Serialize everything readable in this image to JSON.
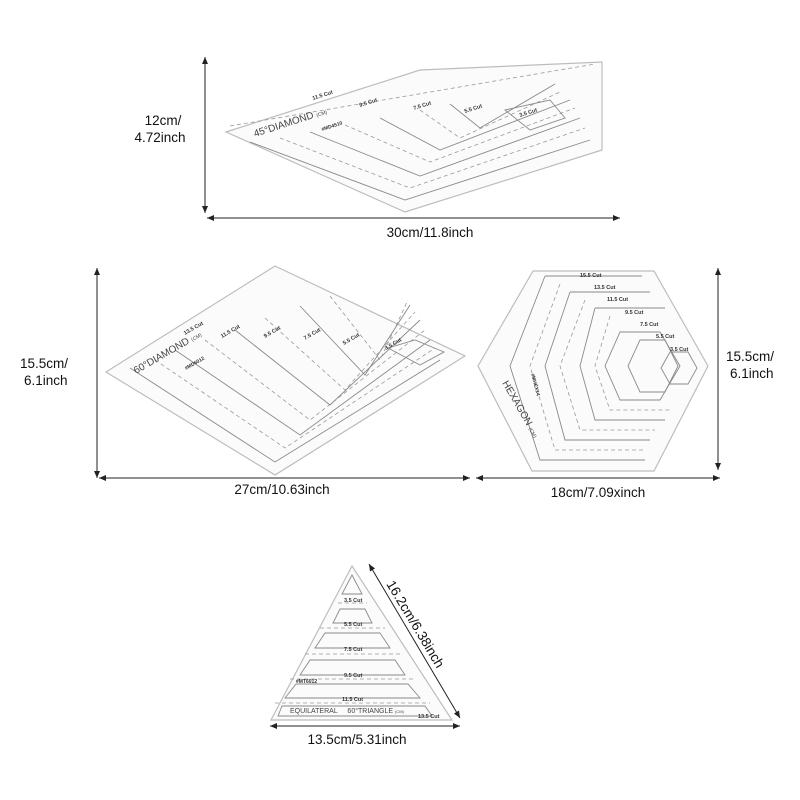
{
  "rulers": {
    "diamond45": {
      "name": "45°DIAMOND",
      "unit": "(CM)",
      "code": "#MD4510",
      "cuts": [
        "11.5 Cut",
        "9.5 Cut",
        "7.5 Cut",
        "5.5 Cut",
        "3.5 Cut"
      ],
      "height_label_line1": "12cm/",
      "height_label_line2": "4.72inch",
      "width_label": "30cm/11.8inch"
    },
    "diamond60": {
      "name": "60°DIAMOND",
      "unit": "(CM)",
      "code": "#MD6012",
      "cuts": [
        "13.5 Cut",
        "11.5 Cut",
        "9.5 Cut",
        "7.5 Cut",
        "5.5 Cut",
        "3.5 Cut"
      ],
      "height_label_line1": "15.5cm/",
      "height_label_line2": "6.1inch",
      "width_label": "27cm/10.63inch"
    },
    "hexagon": {
      "name": "HEXAGON",
      "unit": "(CM)",
      "code": "#MHEX14",
      "cuts": [
        "15.5 Cut",
        "13.5 Cut",
        "11.5 Cut",
        "9.5 Cut",
        "7.5 Cut",
        "5.5 Cut",
        "3.5 Cut"
      ],
      "height_label_line1": "15.5cm/",
      "height_label_line2": "6.1inch",
      "width_label": "18cm/7.09xinch"
    },
    "triangle": {
      "name": "EQUILATERAL",
      "name2": "60°TRIANGLE",
      "unit": "(CM)",
      "code": "#MT6012",
      "cuts": [
        "3.5 Cut",
        "5.5 Cut",
        "7.5 Cut",
        "9.5 Cut",
        "11.5 Cut",
        "13.5 Cut"
      ],
      "side_label": "16.2cm/6.38inch",
      "width_label": "13.5cm/5.31inch"
    }
  }
}
